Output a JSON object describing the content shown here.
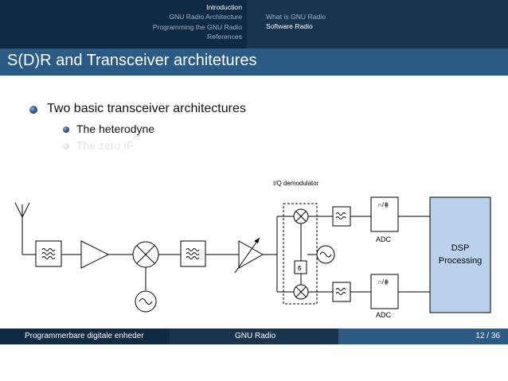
{
  "nav": {
    "left_items": [
      "Introduction",
      "GNU Radio Architecture",
      "Programming the GNU Radio",
      "References"
    ],
    "right_items": [
      "What is GNU Radio",
      "Software Radio"
    ]
  },
  "title": "S(D)R and Transceiver architetures",
  "bullets": {
    "main": "Two basic transceiver architectures",
    "sub1": "The heterodyne",
    "sub2": "The zero IF"
  },
  "diagram": {
    "iq_label": "I/Q demodulator",
    "adc_label_top": "ADC",
    "adc_label_bottom": "ADC",
    "dsp_line1": "DSP",
    "dsp_line2": "Processing",
    "adc_symbol": "∩/⋕",
    "phase_symbol": "ϐ"
  },
  "footer": {
    "left": "Programmerbare digitale enheder",
    "center": "GNU Radio",
    "page": "12 / 36"
  },
  "colors": {
    "nav_dark": "#0e2a44",
    "nav_mid": "#18344e",
    "title_bar": "#2a5a86",
    "dsp_fill": "#b9d1ea"
  }
}
